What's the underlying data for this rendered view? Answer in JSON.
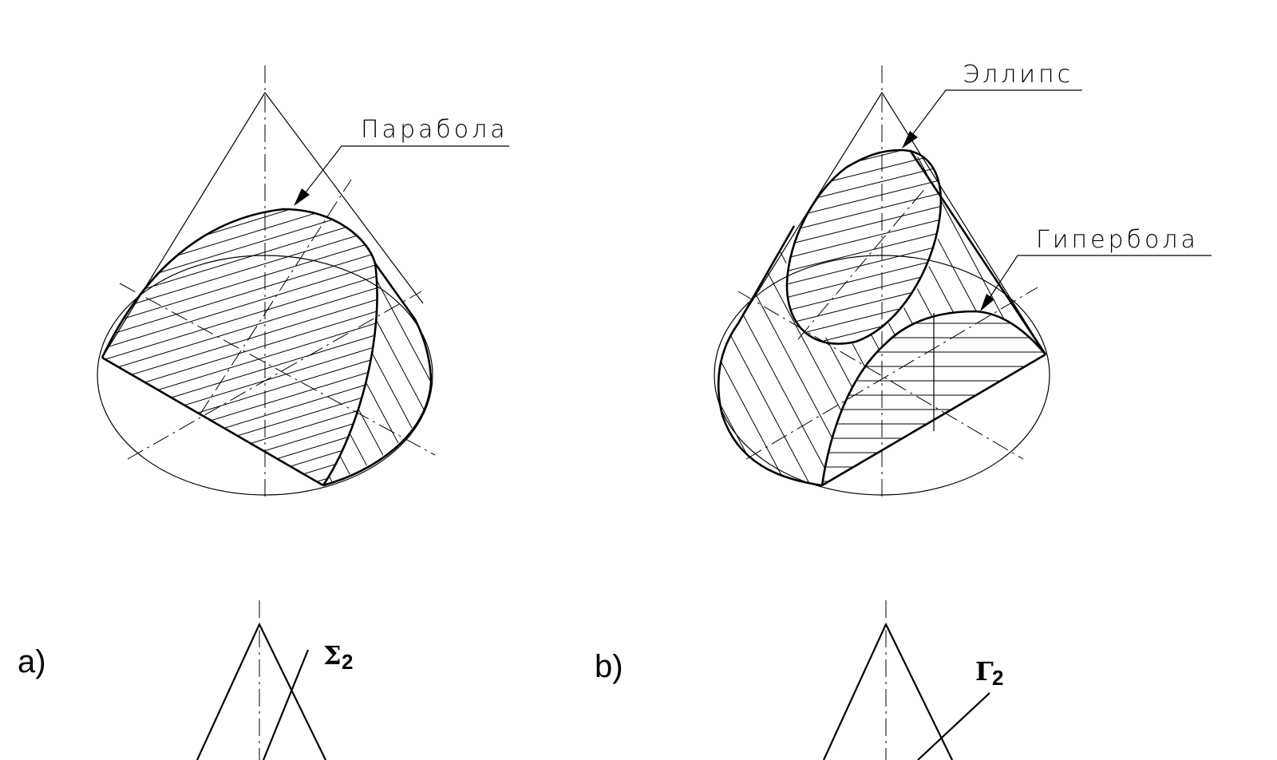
{
  "labels": {
    "parabola": "Парабола",
    "ellipse": "Эллипс",
    "hyperbola": "Гипербола",
    "panel_a": "a)",
    "panel_b": "b)",
    "sigma": "Σ",
    "sigma_sub": "2",
    "gamma": "Γ",
    "gamma_sub": "2"
  },
  "colors": {
    "ink": "#000000",
    "paper": "#ffffff"
  }
}
